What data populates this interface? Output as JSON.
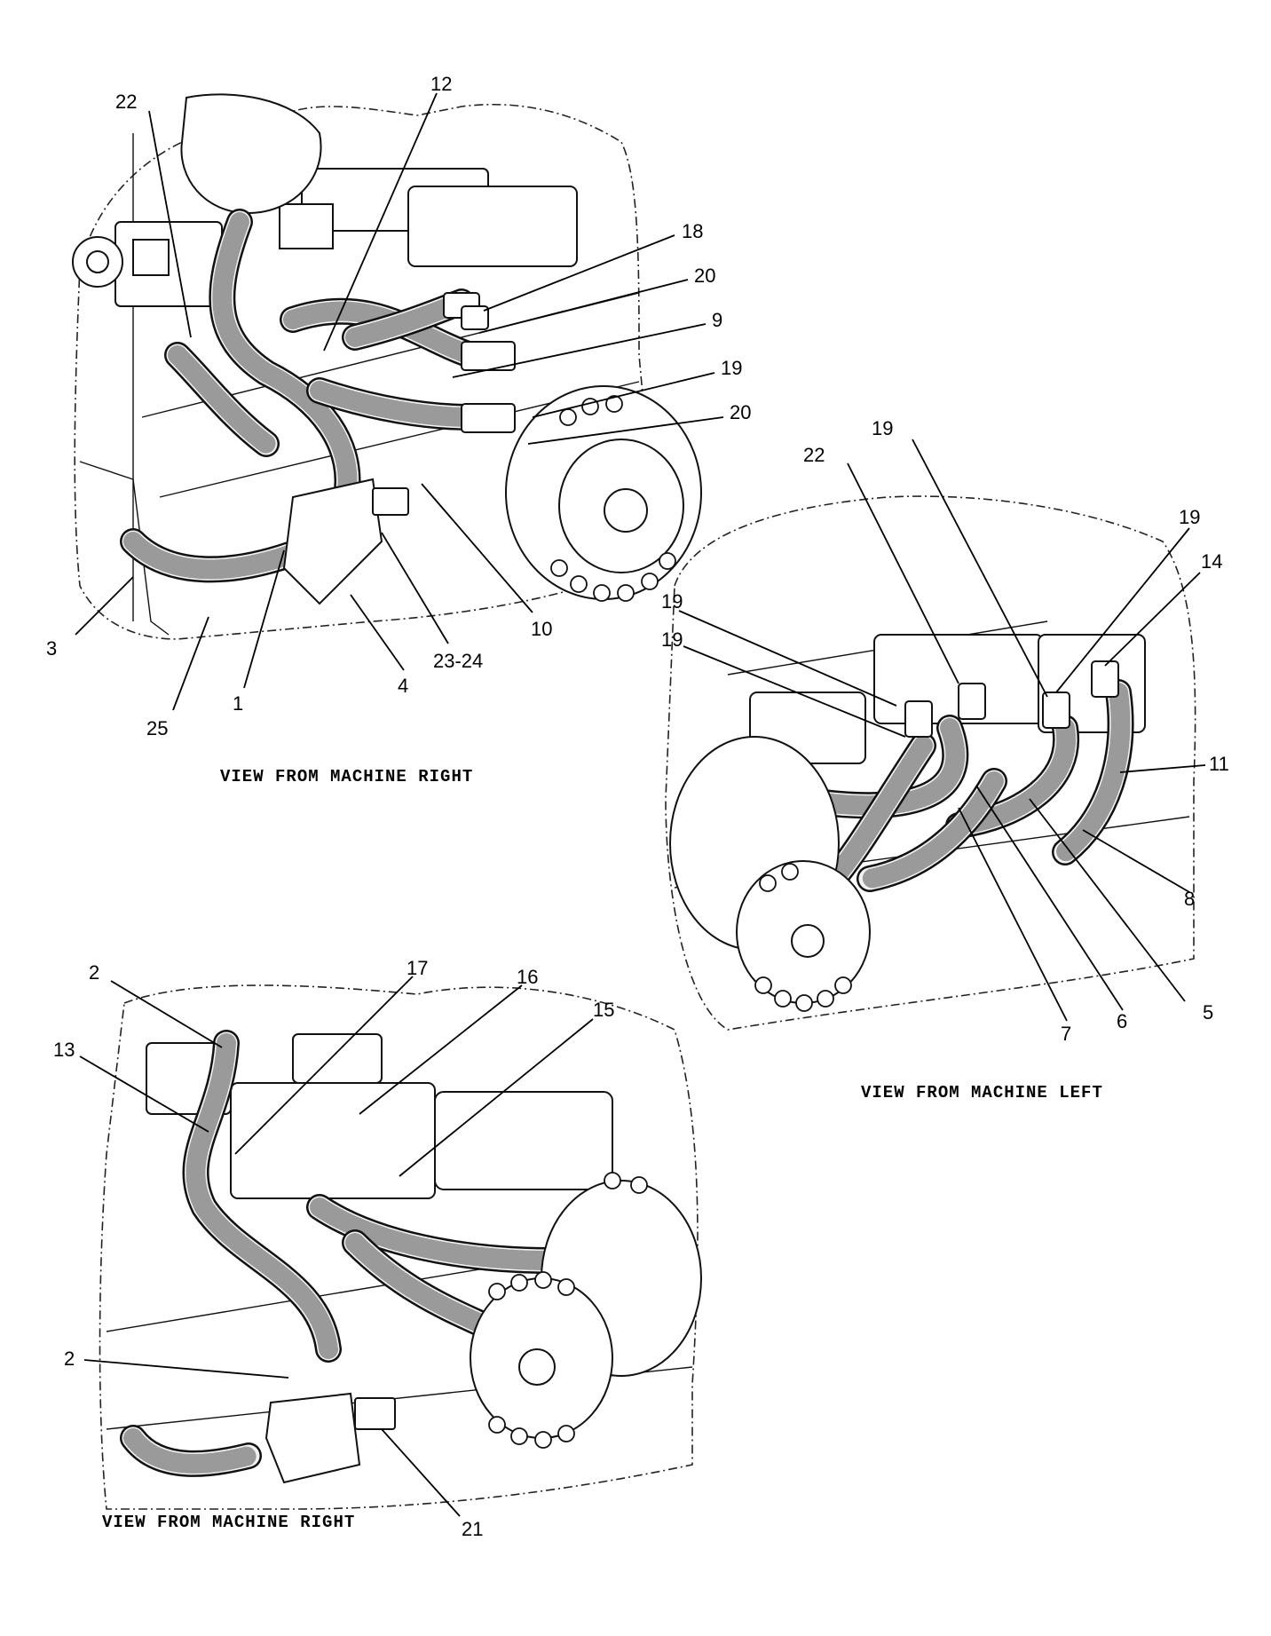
{
  "views": {
    "top": {
      "caption": "VIEW FROM MACHINE RIGHT",
      "callouts": [
        "22",
        "12",
        "18",
        "20",
        "9",
        "19",
        "20",
        "10",
        "23-24",
        "4",
        "1",
        "25",
        "3"
      ]
    },
    "left": {
      "caption": "VIEW FROM MACHINE LEFT",
      "callouts": [
        "19",
        "22",
        "19",
        "14",
        "19",
        "19",
        "11",
        "8",
        "5",
        "6",
        "7"
      ]
    },
    "bottom": {
      "caption": "VIEW FROM MACHINE RIGHT",
      "callouts": [
        "2",
        "13",
        "17",
        "16",
        "15",
        "2",
        "21"
      ]
    }
  }
}
